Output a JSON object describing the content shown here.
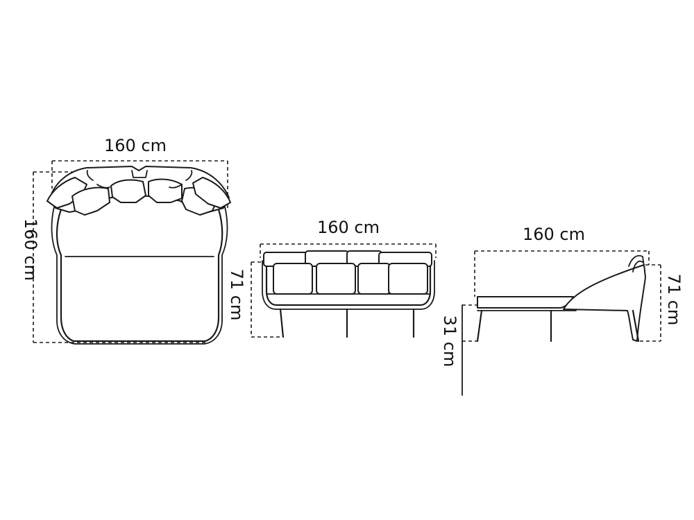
{
  "views": {
    "top": {
      "width_label": "160 cm",
      "depth_label": "160 cm"
    },
    "front": {
      "width_label": "160 cm",
      "height_label": "71 cm"
    },
    "side": {
      "depth_label": "160 cm",
      "height_label": "71 cm",
      "seat_height_label": "31 cm"
    }
  },
  "colors": {
    "line": "#1a1a1a",
    "background": "#ffffff"
  }
}
